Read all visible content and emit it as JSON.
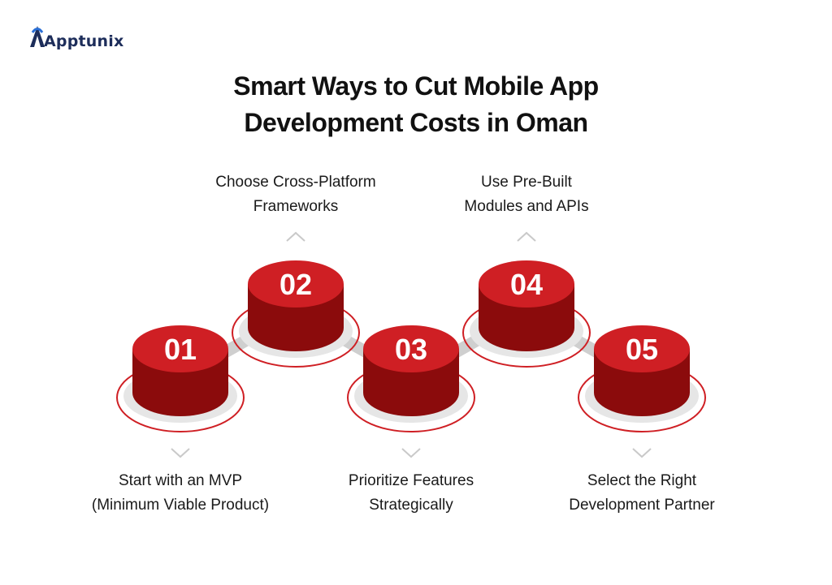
{
  "brand": {
    "name": "Apptunix"
  },
  "title": {
    "line1": "Smart Ways to Cut Mobile App",
    "line2": "Development Costs in Oman"
  },
  "colors": {
    "top": "#cf1f24",
    "side": "#8b0b0c",
    "ring": "#cf1f24",
    "connector": "#cfcfcf",
    "ellipse": "#e6e6e6",
    "chevron": "#c9c9c9"
  },
  "steps": [
    {
      "number": "01",
      "label_line1": "Start with an MVP",
      "label_line2": "(Minimum Viable Product)",
      "position": "bottom"
    },
    {
      "number": "02",
      "label_line1": "Choose Cross-Platform",
      "label_line2": "Frameworks",
      "position": "top"
    },
    {
      "number": "03",
      "label_line1": "Prioritize Features",
      "label_line2": "Strategically",
      "position": "bottom"
    },
    {
      "number": "04",
      "label_line1": "Use Pre-Built",
      "label_line2": "Modules and APIs",
      "position": "top"
    },
    {
      "number": "05",
      "label_line1": "Select the Right",
      "label_line2": "Development Partner",
      "position": "bottom"
    }
  ]
}
